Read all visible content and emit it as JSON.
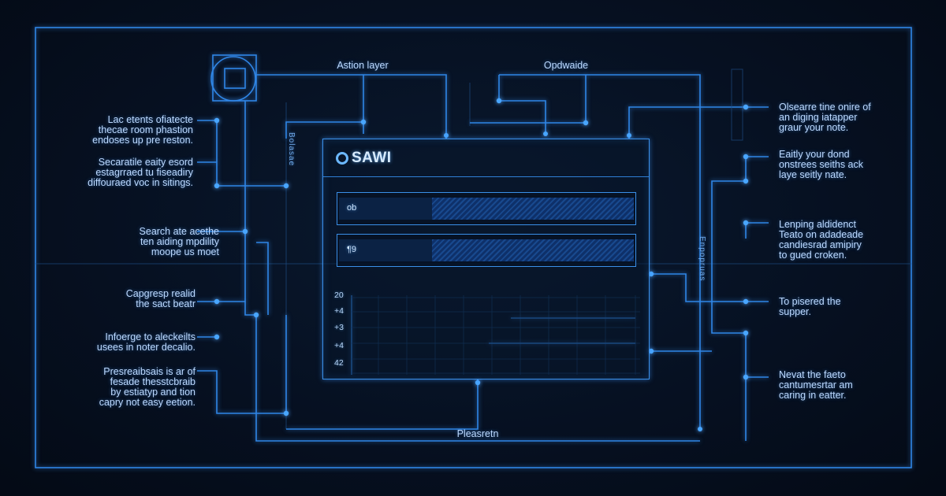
{
  "top_labels": {
    "left": "Astion layer",
    "right": "Opdwaide",
    "bottom": "Pleasretn"
  },
  "vertical_labels": {
    "left": "Bolasae",
    "right": "Enpopruas"
  },
  "panel": {
    "brand": "SAWI",
    "bars": [
      {
        "label": "ob",
        "fill": 0.68
      },
      {
        "label": "¶9",
        "fill": 0.68
      }
    ],
    "grid_ticks": [
      "20",
      "+4",
      "+3",
      "+4",
      "42"
    ]
  },
  "left_labels": [
    "Lac etents ofiatecte\nthecae room phastion\nendoses up pre reston.",
    "Secaratile eaity esord\nestagrraed tu fiseadiry\ndiffouraed voc in sitings.",
    "Search ate acethe\nten aiding mpdility\nmoope us moet",
    "Capgresp realid\nthe sact beatr",
    "Infoerge to aleckeilts\nusees in noter decalio.",
    "Presreaibsais is ar of\nfesade thesstcbraib\nby estiatyp and tion\ncapry not easy eetion."
  ],
  "right_labels": [
    "Olsearre tine onire of\nan diging iatapper\ngraur your note.",
    "Eaitly your dond\nonstrees seiths ack\nlaye seitly nate.",
    "Lenping aldidenct\nTeato on adadeade\ncandiesrad amipiry\nto gued croken.",
    "To pisered the\nsupper.",
    "Nevat the faeto\ncantumesrtar am\ncaring in eatter."
  ],
  "colors": {
    "background": "#050c18",
    "line": "#2f86e6",
    "text": "#bcd9ff"
  }
}
